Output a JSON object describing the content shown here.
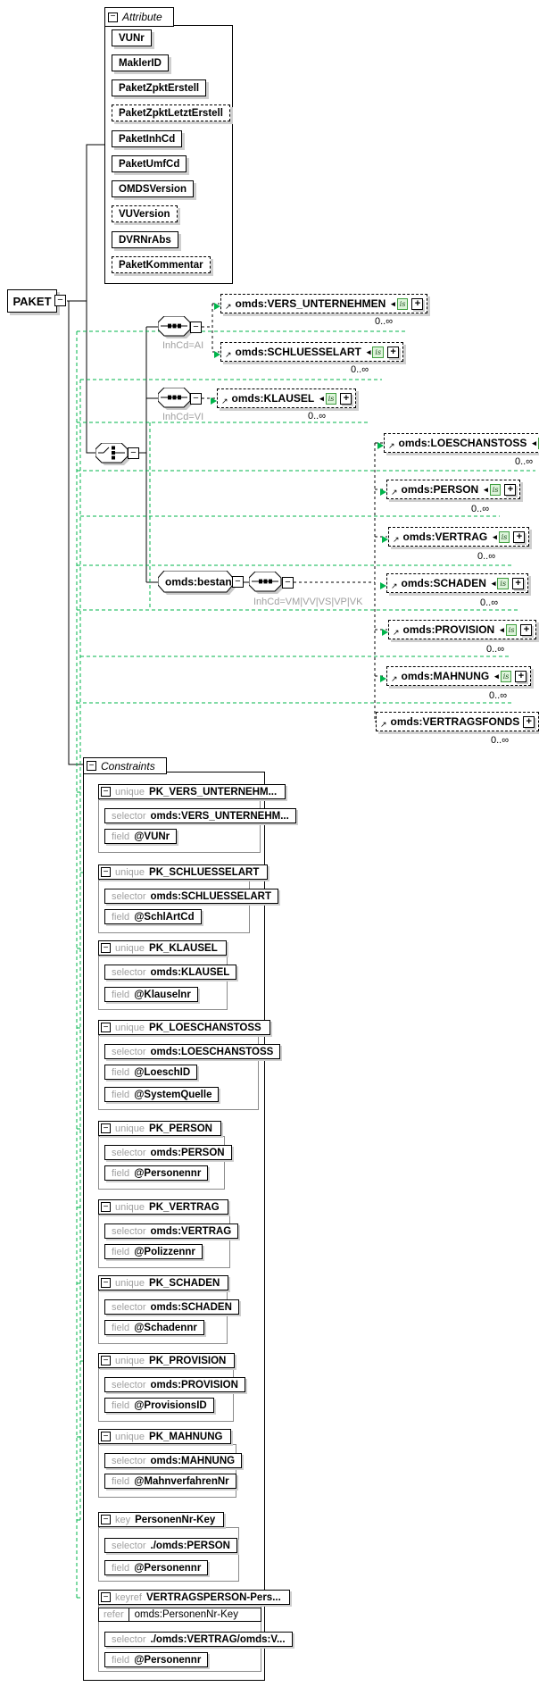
{
  "root": {
    "label": "PAKET"
  },
  "icons": {
    "collapse": "−",
    "expand": "+",
    "reference_arrow": "↗",
    "constraint_arrow": "◂"
  },
  "attributes": {
    "title": "Attribute",
    "items": [
      {
        "name": "VUNr"
      },
      {
        "name": "MaklerID"
      },
      {
        "name": "PaketZpktErstell"
      },
      {
        "name": "PaketZpktLetztErstell"
      },
      {
        "name": "PaketInhCd"
      },
      {
        "name": "PaketUmfCd"
      },
      {
        "name": "OMDSVersion"
      },
      {
        "name": "VUVersion"
      },
      {
        "name": "DVRNrAbs"
      },
      {
        "name": "PaketKommentar"
      }
    ]
  },
  "content_model": {
    "badge": "is",
    "bestand": {
      "name": "omds:bestand"
    },
    "sequences": [
      {
        "label": "InhCd=AI"
      },
      {
        "label": "InhCd=VI"
      },
      {
        "label": "InhCd=VM|VV|VS|VP|VK"
      }
    ],
    "elements": [
      {
        "name": "omds:VERS_UNTERNEHMEN",
        "occurs": "0..∞"
      },
      {
        "name": "omds:SCHLUESSELART",
        "occurs": "0..∞"
      },
      {
        "name": "omds:KLAUSEL",
        "occurs": "0..∞"
      },
      {
        "name": "omds:LOESCHANSTOSS",
        "occurs": "0..∞"
      },
      {
        "name": "omds:PERSON",
        "occurs": "0..∞"
      },
      {
        "name": "omds:VERTRAG",
        "occurs": "0..∞"
      },
      {
        "name": "omds:SCHADEN",
        "occurs": "0..∞"
      },
      {
        "name": "omds:PROVISION",
        "occurs": "0..∞"
      },
      {
        "name": "omds:MAHNUNG",
        "occurs": "0..∞"
      },
      {
        "name": "omds:VERTRAGSFONDS",
        "occurs": "0..∞"
      }
    ]
  },
  "constraints": {
    "title": "Constraints",
    "labels": {
      "selector": "selector",
      "field": "field",
      "refer": "refer"
    },
    "items": [
      {
        "kind": "unique",
        "name": "PK_VERS_UNTERNEHM...",
        "selector": "omds:VERS_UNTERNEHM...",
        "fields": [
          "@VUNr"
        ]
      },
      {
        "kind": "unique",
        "name": "PK_SCHLUESSELART",
        "selector": "omds:SCHLUESSELART",
        "fields": [
          "@SchlArtCd"
        ]
      },
      {
        "kind": "unique",
        "name": "PK_KLAUSEL",
        "selector": "omds:KLAUSEL",
        "fields": [
          "@Klauselnr"
        ]
      },
      {
        "kind": "unique",
        "name": "PK_LOESCHANSTOSS",
        "selector": "omds:LOESCHANSTOSS",
        "fields": [
          "@LoeschID",
          "@SystemQuelle"
        ]
      },
      {
        "kind": "unique",
        "name": "PK_PERSON",
        "selector": "omds:PERSON",
        "fields": [
          "@Personennr"
        ]
      },
      {
        "kind": "unique",
        "name": "PK_VERTRAG",
        "selector": "omds:VERTRAG",
        "fields": [
          "@Polizzennr"
        ]
      },
      {
        "kind": "unique",
        "name": "PK_SCHADEN",
        "selector": "omds:SCHADEN",
        "fields": [
          "@Schadennr"
        ]
      },
      {
        "kind": "unique",
        "name": "PK_PROVISION",
        "selector": "omds:PROVISION",
        "fields": [
          "@ProvisionsID"
        ]
      },
      {
        "kind": "unique",
        "name": "PK_MAHNUNG",
        "selector": "omds:MAHNUNG",
        "fields": [
          "@MahnverfahrenNr"
        ]
      },
      {
        "kind": "key",
        "name": "PersonenNr-Key",
        "selector": "./omds:PERSON",
        "fields": [
          "@Personennr"
        ]
      },
      {
        "kind": "keyref",
        "name": "VERTRAGSPERSON-Pers...",
        "refer": "omds:PersonenNr-Key",
        "selector": "./omds:VERTRAG/omds:V...",
        "fields": [
          "@Personennr"
        ]
      }
    ]
  },
  "colors": {
    "constraint_link_green": "#00b44b",
    "label_gray": "#a0a0a0",
    "shadow_gray": "#cfcfcf"
  }
}
